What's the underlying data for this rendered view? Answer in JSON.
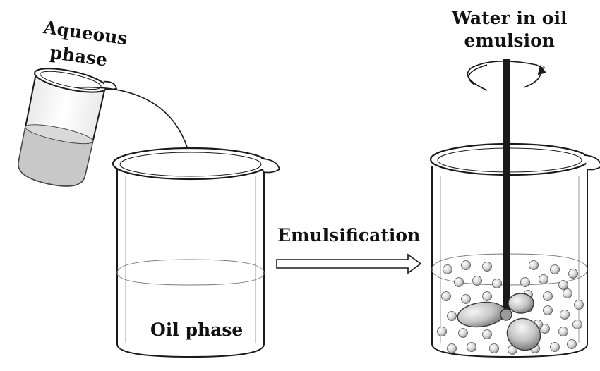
{
  "labels": {
    "aqueous_line1": "Aqueous",
    "aqueous_line2": "phase",
    "emulsification": "Emulsification",
    "oil_phase": "Oil phase",
    "wio_line1": "Water in oil",
    "wio_line2": "emulsion"
  },
  "colors": {
    "outline": "#1a1a1a",
    "aqueous_fill": "#c8c8c8",
    "droplet": "#dcdcdc",
    "impeller": "#cfcfcf",
    "stirrer_shaft": "#1a1a1a",
    "background": "#ffffff"
  },
  "icons": {
    "transfer": "curved-arrow",
    "process": "hollow-right-arrow",
    "stirring": "rotation-arrow"
  }
}
